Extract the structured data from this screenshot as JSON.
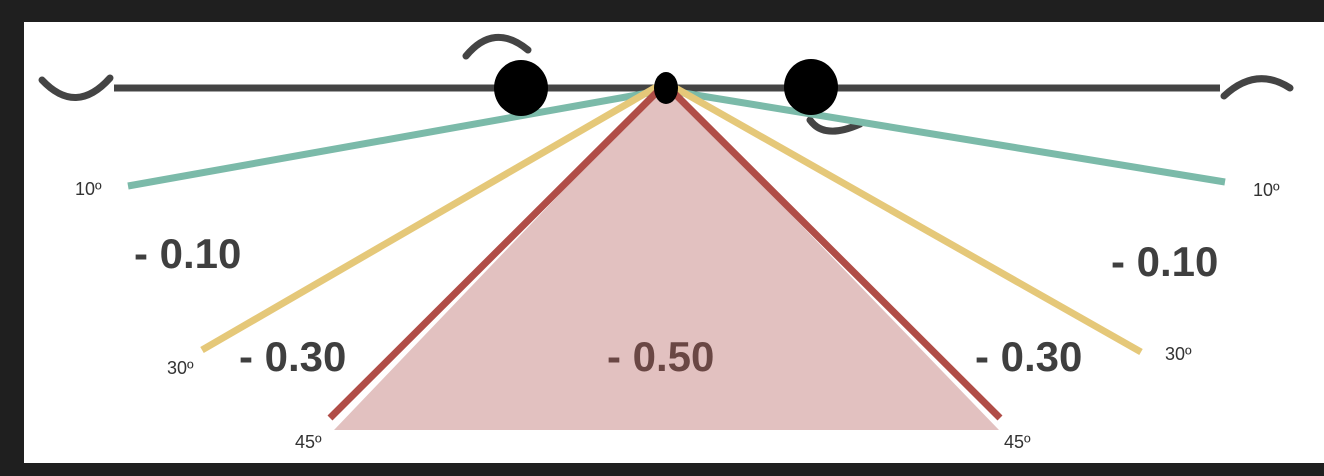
{
  "labels": {
    "deg_left_10": "10º",
    "deg_right_10": "10º",
    "deg_left_30": "30º",
    "deg_right_30": "30º",
    "deg_left_45": "45º",
    "deg_right_45": "45º",
    "val_left_10": "- 0.10",
    "val_right_10": "- 0.10",
    "val_left_30": "- 0.30",
    "val_right_30": "- 0.30",
    "val_center_45": "- 0.50"
  },
  "colors": {
    "ten_degree_line": "#7bbaa9",
    "thirty_degree_line": "#e5c879",
    "forty_five_degree_line": "#b04d47",
    "forty_five_fill": "#e2c1c0",
    "base_line": "#444444",
    "markers": "#000000"
  }
}
